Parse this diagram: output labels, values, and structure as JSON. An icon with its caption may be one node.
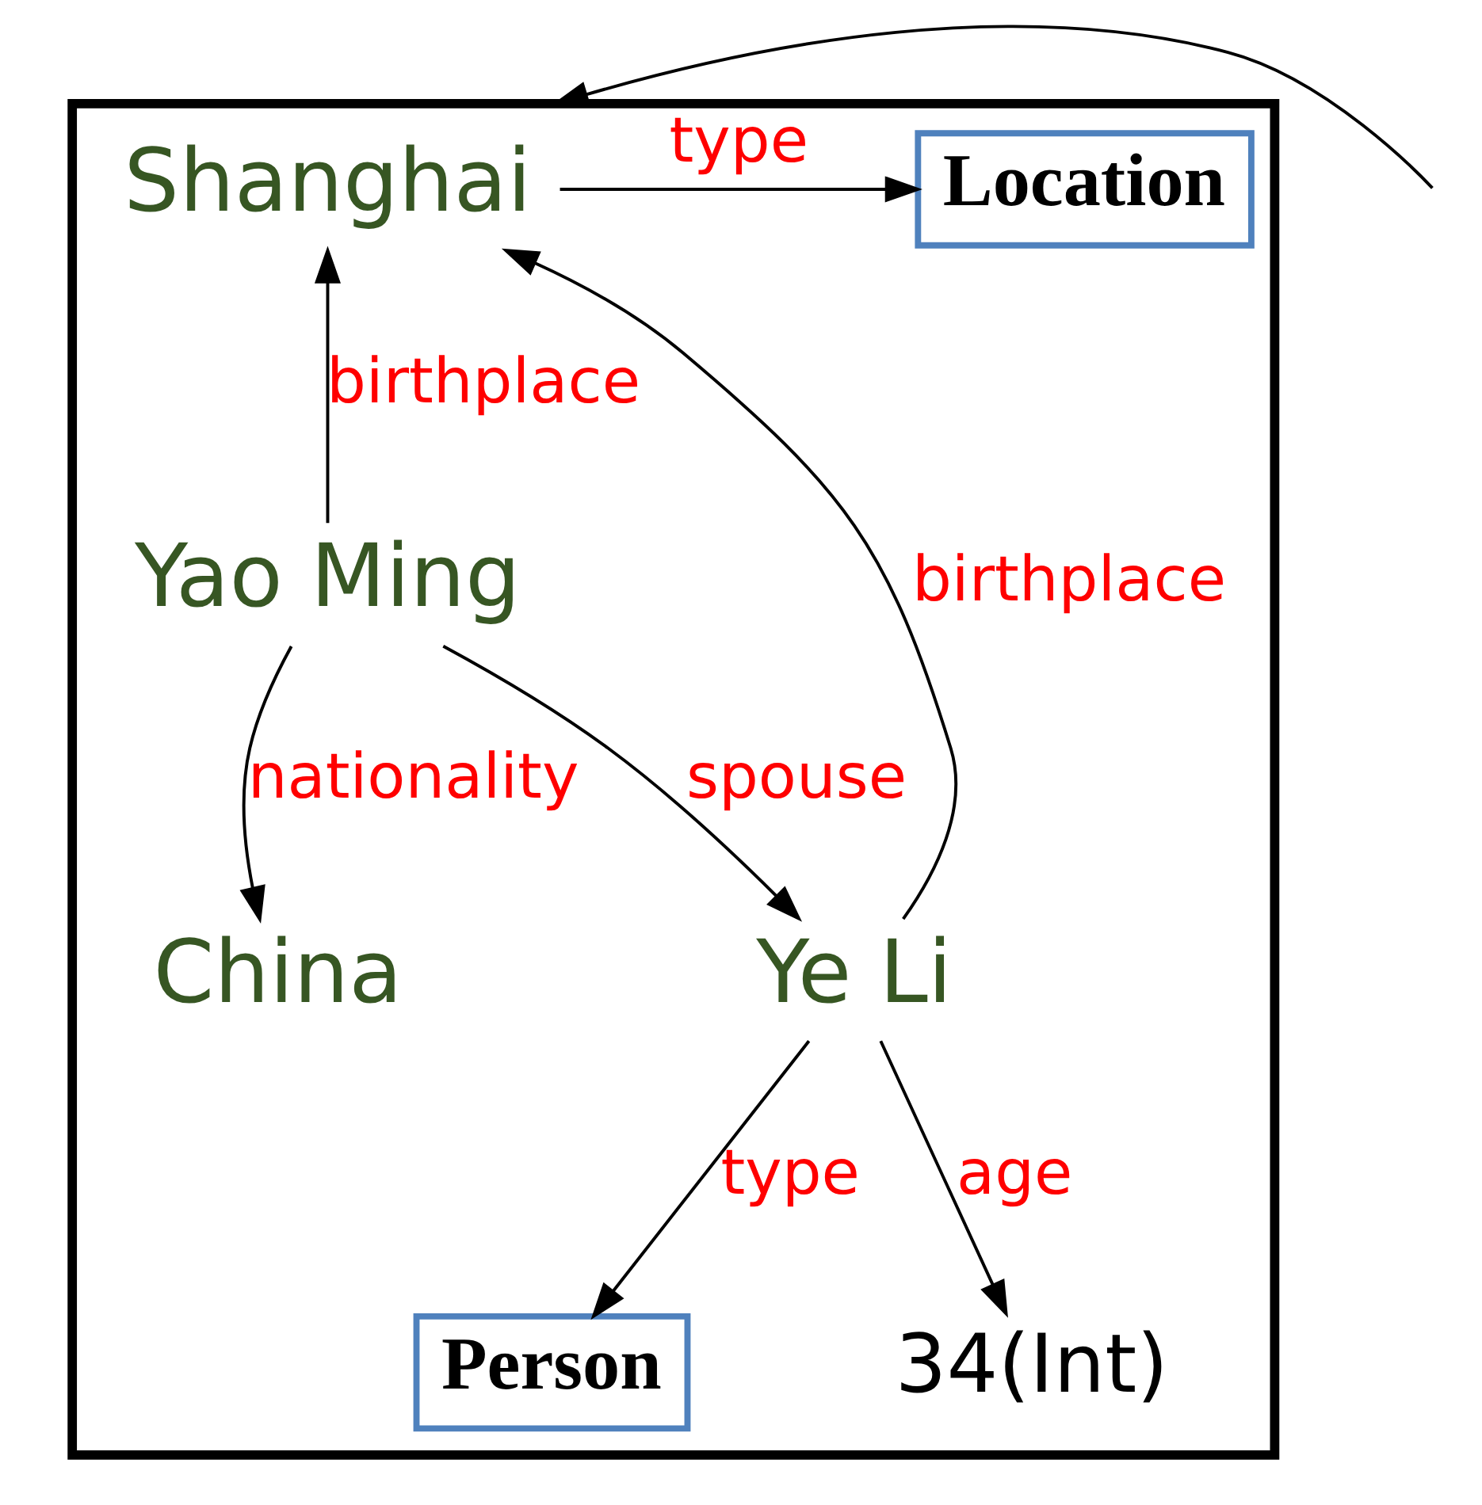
{
  "diagram": {
    "nodes": [
      {
        "text": [],
        "shape": "box"
      },
      {
        "text": [
          "Shanghai"
        ],
        "in": 0
      },
      {
        "text": [
          "Location"
        ],
        "in": 0
      },
      {
        "text": [
          "Yao Ming"
        ],
        "in": 0
      },
      {
        "text": [
          "China"
        ],
        "in": 0
      },
      {
        "text": [
          "Ye Li"
        ],
        "in": 0
      },
      {
        "text": [
          "Person"
        ],
        "in": 0
      },
      {
        "text": [
          "34(Int)"
        ],
        "in": 0
      }
    ],
    "edges": [
      {
        "from": null,
        "to": 0,
        "arrow": "to"
      },
      {
        "from": 1,
        "to": 2,
        "label": "type",
        "arrow": "to"
      },
      {
        "from": 3,
        "to": 1,
        "label": "birthplace",
        "arrow": "to"
      },
      {
        "from": 5,
        "to": 1,
        "label": "birthplace",
        "arrow": "to"
      },
      {
        "from": 3,
        "to": 4,
        "label": "nationality",
        "arrow": "to"
      },
      {
        "from": 3,
        "to": 5,
        "label": "spouse",
        "arrow": "to"
      },
      {
        "from": 5,
        "to": 6,
        "label": "type",
        "arrow": "to"
      },
      {
        "from": 5,
        "to": 7,
        "label": "age",
        "arrow": "to"
      }
    ]
  }
}
